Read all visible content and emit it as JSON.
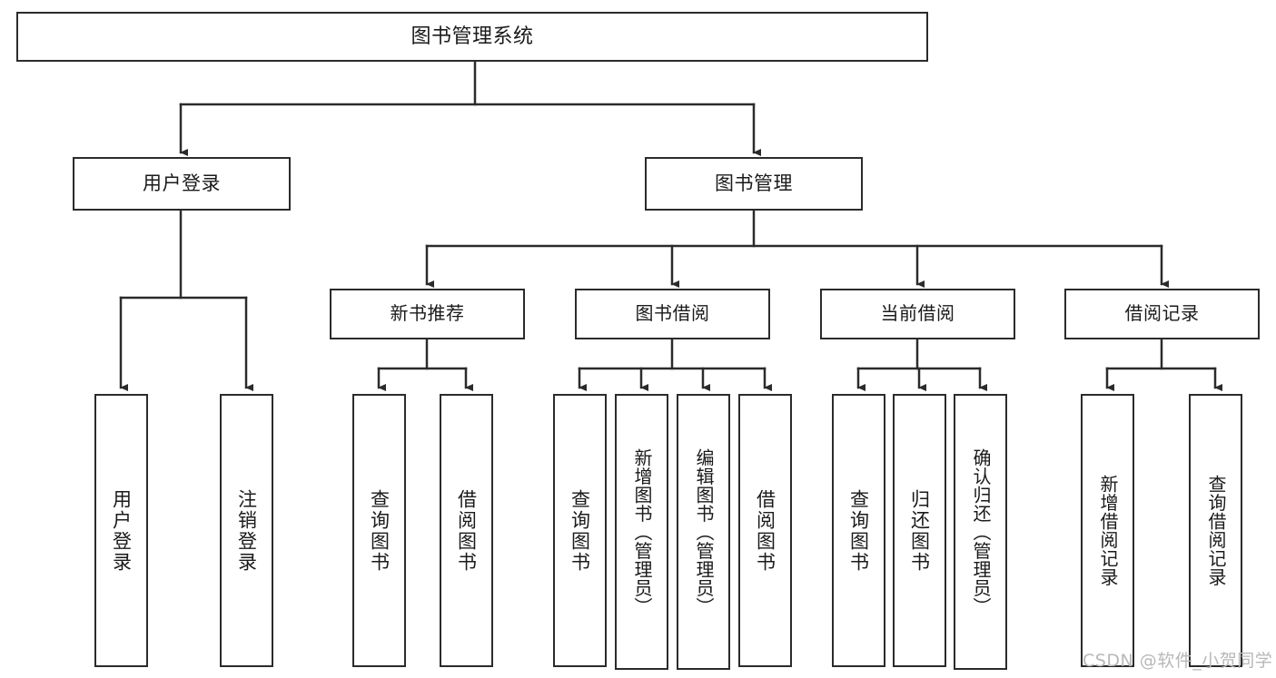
{
  "diagram": {
    "type": "tree",
    "title": "图书管理系统",
    "root": {
      "id": "root",
      "label": "图书管理系统"
    },
    "level2": [
      {
        "id": "user-login",
        "label": "用户登录"
      },
      {
        "id": "book-manage",
        "label": "图书管理"
      }
    ],
    "level3": [
      {
        "id": "new-book-recommend",
        "label": "新书推荐",
        "parent": "book-manage"
      },
      {
        "id": "book-borrow",
        "label": "图书借阅",
        "parent": "book-manage"
      },
      {
        "id": "current-borrow",
        "label": "当前借阅",
        "parent": "book-manage"
      },
      {
        "id": "borrow-record",
        "label": "借阅记录",
        "parent": "book-manage"
      }
    ],
    "leaves": [
      {
        "id": "leaf-user-login",
        "label": "用户登录",
        "parent": "user-login"
      },
      {
        "id": "leaf-user-logout",
        "label": "注销登录",
        "parent": "user-login"
      },
      {
        "id": "leaf-query-book-1",
        "label": "查询图书",
        "parent": "new-book-recommend"
      },
      {
        "id": "leaf-borrow-book-1",
        "label": "借阅图书",
        "parent": "new-book-recommend"
      },
      {
        "id": "leaf-query-book-2",
        "label": "查询图书",
        "parent": "book-borrow"
      },
      {
        "id": "leaf-add-book",
        "label": "新增图书（管理员）",
        "parent": "book-borrow"
      },
      {
        "id": "leaf-edit-book",
        "label": "编辑图书（管理员）",
        "parent": "book-borrow"
      },
      {
        "id": "leaf-borrow-book-2",
        "label": "借阅图书",
        "parent": "book-borrow"
      },
      {
        "id": "leaf-query-book-3",
        "label": "查询图书",
        "parent": "current-borrow"
      },
      {
        "id": "leaf-return-book",
        "label": "归还图书",
        "parent": "current-borrow"
      },
      {
        "id": "leaf-confirm-return",
        "label": "确认归还（管理员）",
        "parent": "current-borrow"
      },
      {
        "id": "leaf-add-record",
        "label": "新增借阅记录",
        "parent": "borrow-record"
      },
      {
        "id": "leaf-query-record",
        "label": "查询借阅记录",
        "parent": "borrow-record"
      }
    ],
    "colors": {
      "stroke": "#2b2b2b",
      "fill": "#ffffff",
      "text": "#1a1a1a",
      "watermark": "#b8b8b8"
    }
  },
  "watermark": {
    "text": "CSDN @软件_小贺同学"
  }
}
